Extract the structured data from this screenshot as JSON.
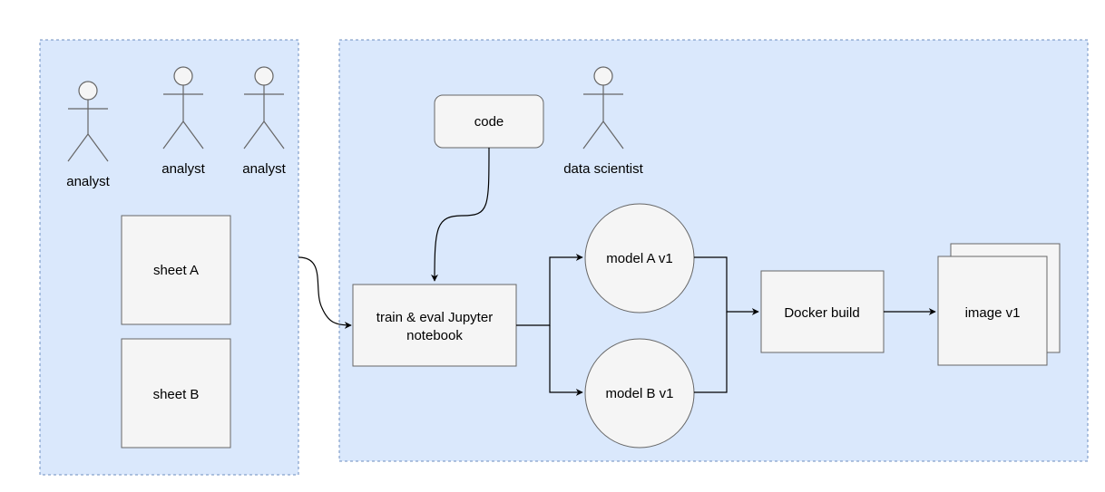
{
  "colors": {
    "panel_fill": "#dae8fc",
    "panel_stroke": "#6c8ebf",
    "node_fill": "#f5f5f5",
    "node_stroke": "#666666",
    "edge": "#000000"
  },
  "left_panel": {
    "actors": [
      {
        "label": "analyst",
        "icon": "stick-figure"
      },
      {
        "label": "analyst",
        "icon": "stick-figure"
      },
      {
        "label": "analyst",
        "icon": "stick-figure"
      }
    ],
    "sheets": [
      {
        "label": "sheet A"
      },
      {
        "label": "sheet B"
      }
    ]
  },
  "right_panel": {
    "code": {
      "label": "code"
    },
    "data_scientist": {
      "label": "data scientist",
      "icon": "stick-figure"
    },
    "notebook": {
      "line1": "train & eval Jupyter",
      "line2": "notebook"
    },
    "model_a": {
      "label": "model A v1"
    },
    "model_b": {
      "label": "model B v1"
    },
    "docker": {
      "label": "Docker build"
    },
    "image": {
      "label": "image v1"
    }
  }
}
